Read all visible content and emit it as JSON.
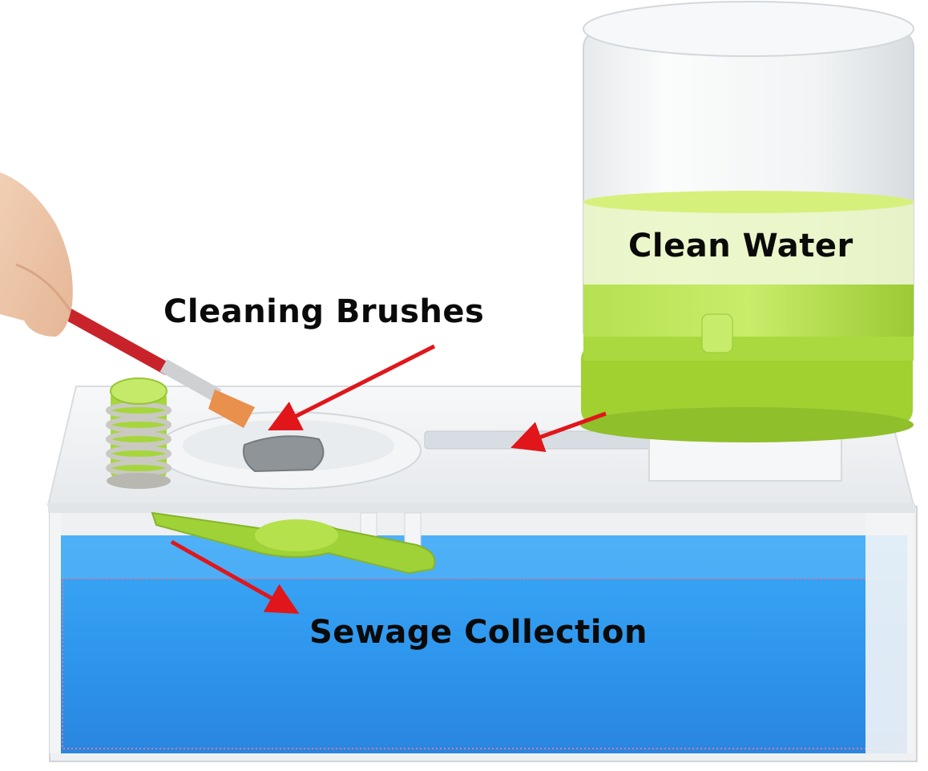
{
  "labels": {
    "clean_water": "Clean Water",
    "cleaning_brushes": "Cleaning Brushes",
    "sewage_collection": "Sewage Collection"
  },
  "colors": {
    "background": "#ffffff",
    "lime_green": "#a8d838",
    "water_blue": "#2f9bf0",
    "arrow_red": "#e0161a",
    "brush_handle": "#c8232a",
    "body_white": "#f4f5f6"
  },
  "icons": [
    "hand",
    "paint-brush",
    "spring-holder",
    "water-jar",
    "cleaning-tray",
    "sewage-tank",
    "lever",
    "arrow"
  ]
}
